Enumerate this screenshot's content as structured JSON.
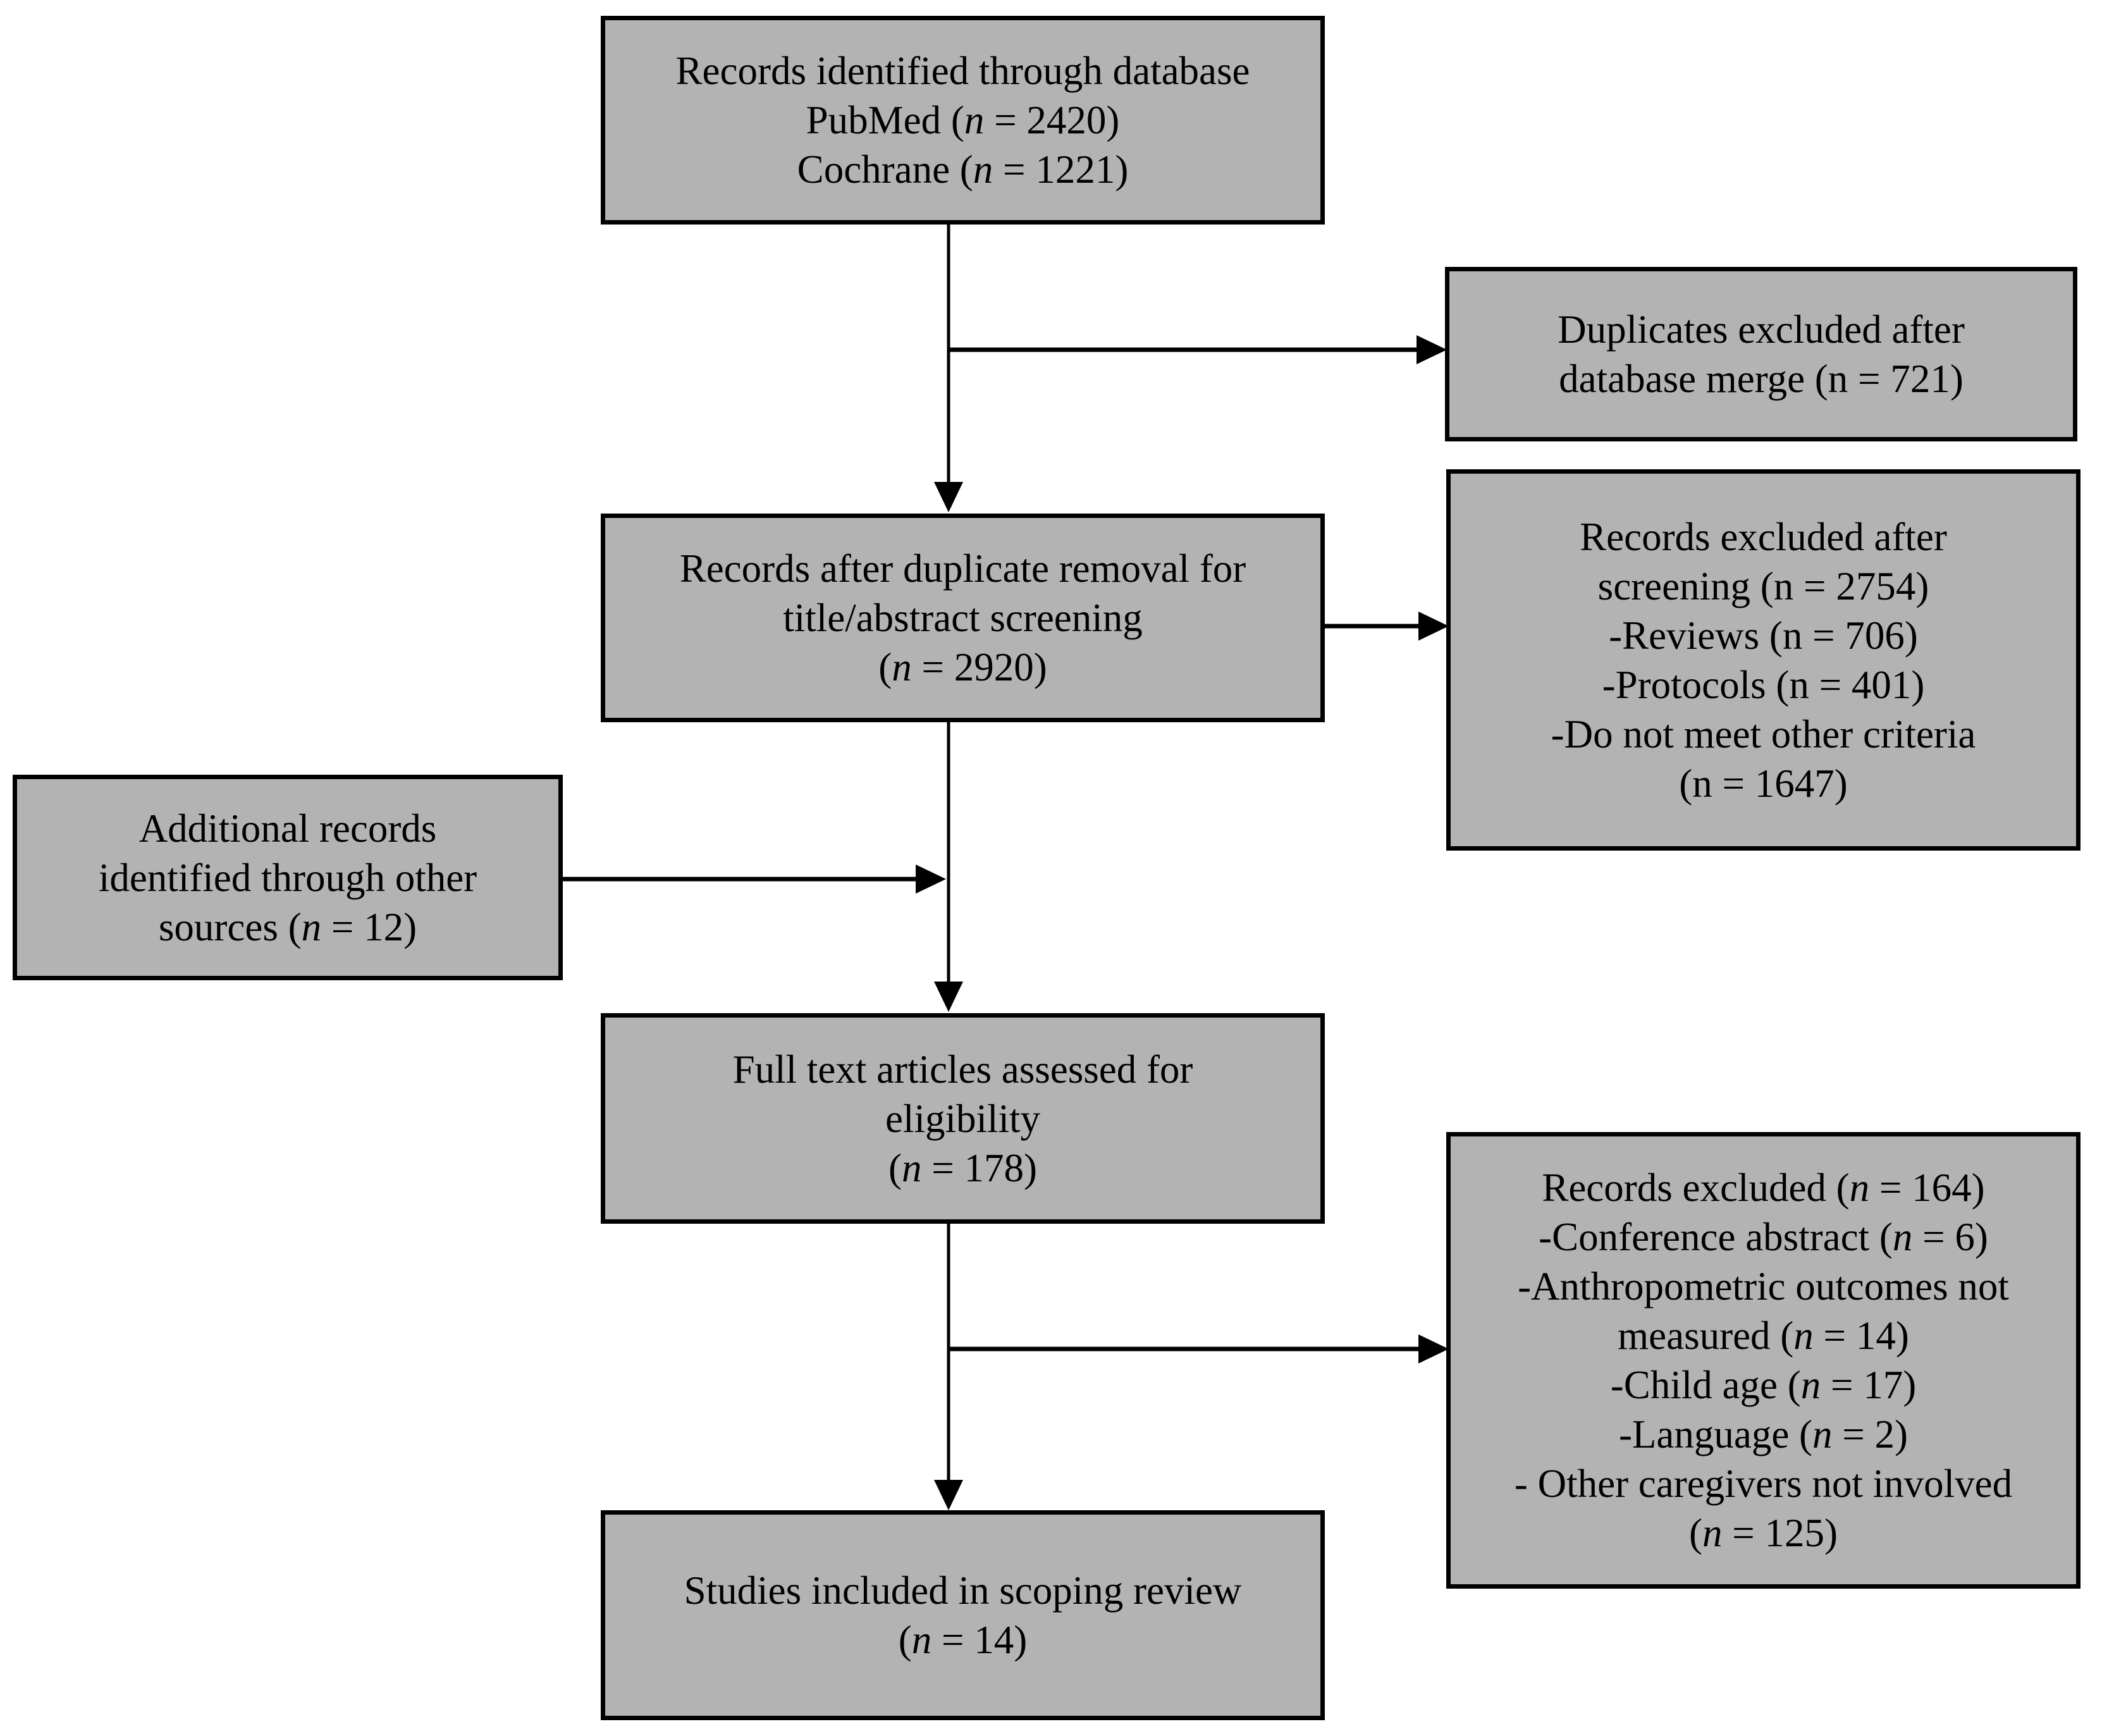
{
  "diagram": {
    "kind": "study-selection-flowchart",
    "boxes": [
      {
        "name": "records-identified",
        "lines": [
          "Records identified through database",
          "PubMed (*n* = 2420)",
          "Cochrane (*n* = 1221)"
        ]
      },
      {
        "name": "duplicates-excluded",
        "lines": [
          "Duplicates excluded after",
          "database merge (n = 721)"
        ]
      },
      {
        "name": "records-after-duplicate-removal",
        "lines": [
          "Records after duplicate removal for",
          "title/abstract screening",
          "(*n* = 2920)"
        ]
      },
      {
        "name": "records-excluded-after-screening",
        "lines": [
          "Records excluded after",
          "screening (n = 2754)",
          "-Reviews (n = 706)",
          "-Protocols (n = 401)",
          "-Do not meet other criteria",
          "(n = 1647)"
        ]
      },
      {
        "name": "additional-records",
        "lines": [
          "Additional records",
          "identified through other",
          "sources (*n* = 12)"
        ]
      },
      {
        "name": "full-text-assessed",
        "lines": [
          "Full text articles assessed for",
          "eligibility",
          "(*n* = 178)"
        ]
      },
      {
        "name": "records-excluded-fulltext",
        "lines": [
          "Records excluded (*n* = 164)",
          "-Conference abstract (*n* = 6)",
          "-Anthropometric outcomes not",
          "measured (*n* = 14)",
          "-Child age (*n* = 17)",
          "-Language (*n* = 2)",
          "- Other caregivers not involved",
          "(*n* = 125)"
        ]
      },
      {
        "name": "studies-included",
        "lines": [
          "Studies included in scoping review",
          "(*n* = 14)"
        ]
      }
    ],
    "arrows": [
      {
        "name": "arrow-identified-to-screening",
        "from": "records-identified",
        "to": "records-after-duplicate-removal"
      },
      {
        "name": "arrow-to-duplicates-excluded",
        "from": "records-identified",
        "to": "duplicates-excluded"
      },
      {
        "name": "arrow-to-excluded-after-screening",
        "from": "records-after-duplicate-removal",
        "to": "records-excluded-after-screening"
      },
      {
        "name": "arrow-screening-to-fulltext",
        "from": "records-after-duplicate-removal",
        "to": "full-text-assessed"
      },
      {
        "name": "arrow-additional-to-flow",
        "from": "additional-records",
        "to": "full-text-assessed"
      },
      {
        "name": "arrow-fulltext-to-included",
        "from": "full-text-assessed",
        "to": "studies-included"
      },
      {
        "name": "arrow-to-excluded-fulltext",
        "from": "full-text-assessed",
        "to": "records-excluded-fulltext"
      }
    ],
    "colors": {
      "box_fill": "#b3b3b3",
      "box_border": "#000000",
      "line": "#000000",
      "background": "#ffffff",
      "text": "#000000"
    }
  }
}
